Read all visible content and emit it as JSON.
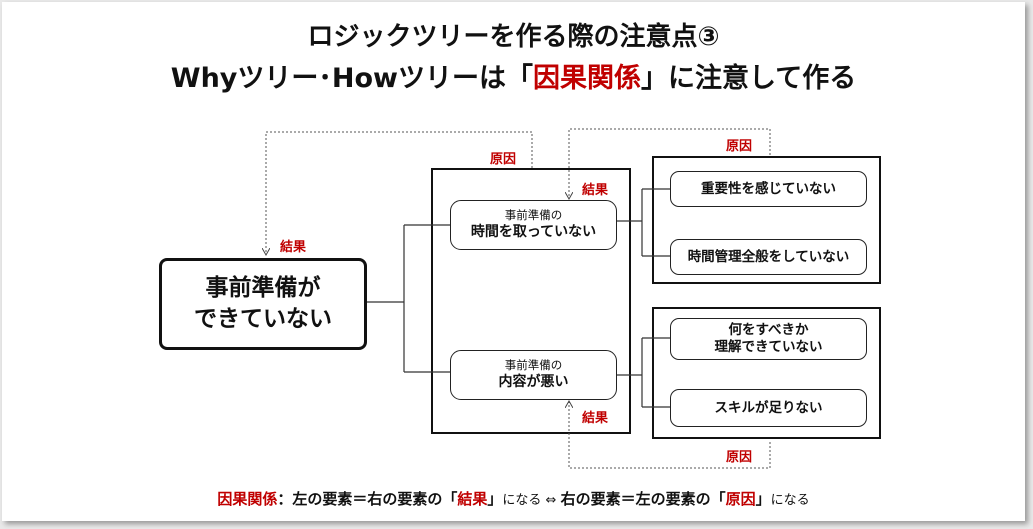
{
  "title": {
    "line1": "ロジックツリーを作る際の注意点③",
    "line2_pre": "Whyツリー･Howツリーは「",
    "line2_red": "因果関係",
    "line2_post": "」に注意して作る"
  },
  "main_node": {
    "line1": "事前準備が",
    "line2": "できていない"
  },
  "mid_nodes": [
    {
      "small": "事前準備の",
      "big": "時間を取っていない"
    },
    {
      "small": "事前準備の",
      "big": "内容が悪い"
    }
  ],
  "leaf_nodes": [
    {
      "line1": "重要性を感じていない"
    },
    {
      "line1": "時間管理全般をしていない"
    },
    {
      "line1": "何をすべきか",
      "line2": "理解できていない"
    },
    {
      "line1": "スキルが足りない"
    }
  ],
  "labels": {
    "cause": "原因",
    "effect": "結果"
  },
  "footer": {
    "term": "因果関係",
    "colon": "：",
    "left_part": "左の要素＝右の要素の「",
    "effect": "結果",
    "close1": "」",
    "naru1": "になる",
    "arrow": " ⇔ ",
    "right_part": "右の要素＝左の要素の「",
    "cause": "原因",
    "close2": "」",
    "naru2": "になる"
  },
  "colors": {
    "accent": "#c00000",
    "line": "#222222"
  }
}
